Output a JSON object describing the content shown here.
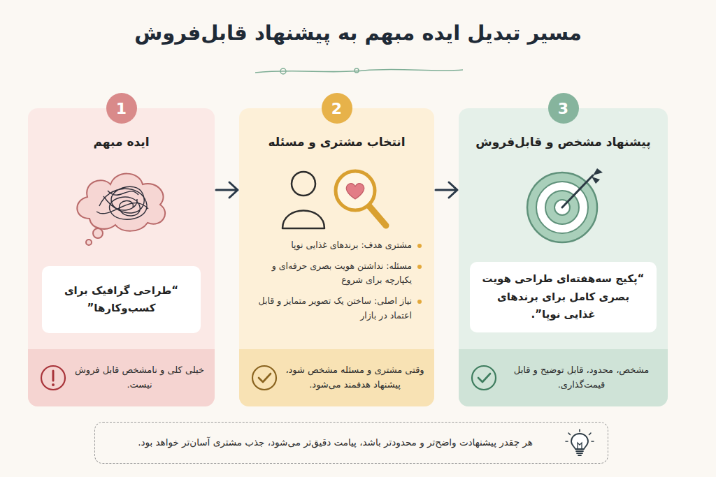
{
  "diagram": {
    "title": "مسیر تبدیل ایده مبهم به پیشنهاد قابل‌فروش",
    "nodes": [
      {
        "text": [
          "ایده مبهم"
        ]
      },
      {
        "text": [
          "1"
        ],
        "in": 0
      },
      {
        "text": [
          "“طراحی گرافیک برای کسب‌وکارها”"
        ],
        "in": 0
      },
      {
        "text": [
          "خیلی کلی و نامشخص قابل فروش نیست."
        ],
        "in": 0
      },
      {
        "text": [
          "انتخاب مشتری و مسئله",
          "مشتری هدف: برندهای غذایی نوپا",
          "مسئله: نداشتن هویت بصری حرفه‌ای و یکپارچه برای شروع",
          "نیاز اصلی: ساختن یک تصویر متمایز و قابل اعتماد در بازار"
        ]
      },
      {
        "text": [
          "2"
        ],
        "in": 4
      },
      {
        "text": [
          "وقتی مشتری و مسئله مشخص شود، پیشنهاد هدفمند می‌شود."
        ],
        "in": 4
      },
      {
        "text": [
          "پیشنهاد مشخص و قابل‌فروش"
        ]
      },
      {
        "text": [
          "3"
        ],
        "in": 7
      },
      {
        "text": [
          "“پکیج سه‌هفته‌ای طراحی هویت بصری کامل برای برندهای غذایی نوپا”."
        ],
        "in": 7
      },
      {
        "text": [
          "مشخص، محدود، قابل توضیح و قابل قیمت‌گذاری."
        ],
        "in": 7
      },
      {
        "text": [
          "هر چقدر پیشنهادت واضح‌تر و محدودتر باشد، پیامت دقیق‌تر می‌شود، جذب مشتری آسان‌تر خواهد بود."
        ]
      }
    ],
    "edges": [
      {
        "from": 0,
        "to": 4,
        "arrow": "to"
      },
      {
        "from": 4,
        "to": 7,
        "arrow": "to"
      }
    ]
  }
}
